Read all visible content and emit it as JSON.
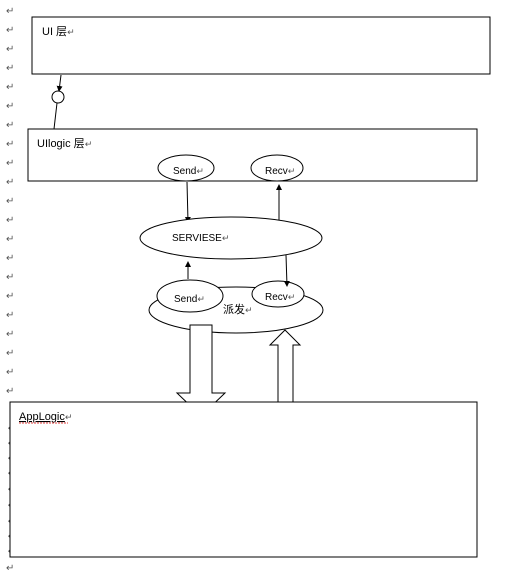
{
  "ui_layer": {
    "label": "UI 层",
    "para_mark": "↵"
  },
  "uilogic_layer": {
    "label": "UIlogic 层",
    "para_mark": "↵"
  },
  "uilogic_send": {
    "label": "Send",
    "para_mark": "↵"
  },
  "uilogic_recv": {
    "label": "Recv",
    "para_mark": "↵"
  },
  "service": {
    "label": "SERVIESE",
    "para_mark": "↵"
  },
  "dispatch": {
    "label": "派发",
    "para_mark": "↵"
  },
  "dispatch_send": {
    "label": "Send",
    "para_mark": "↵"
  },
  "dispatch_recv": {
    "label": "Recv",
    "para_mark": "↵"
  },
  "applogic_layer": {
    "label": "AppLogic",
    "para_mark": "↵"
  },
  "margin": {
    "para_mark": "↵",
    "bullet_mark": "◆"
  }
}
